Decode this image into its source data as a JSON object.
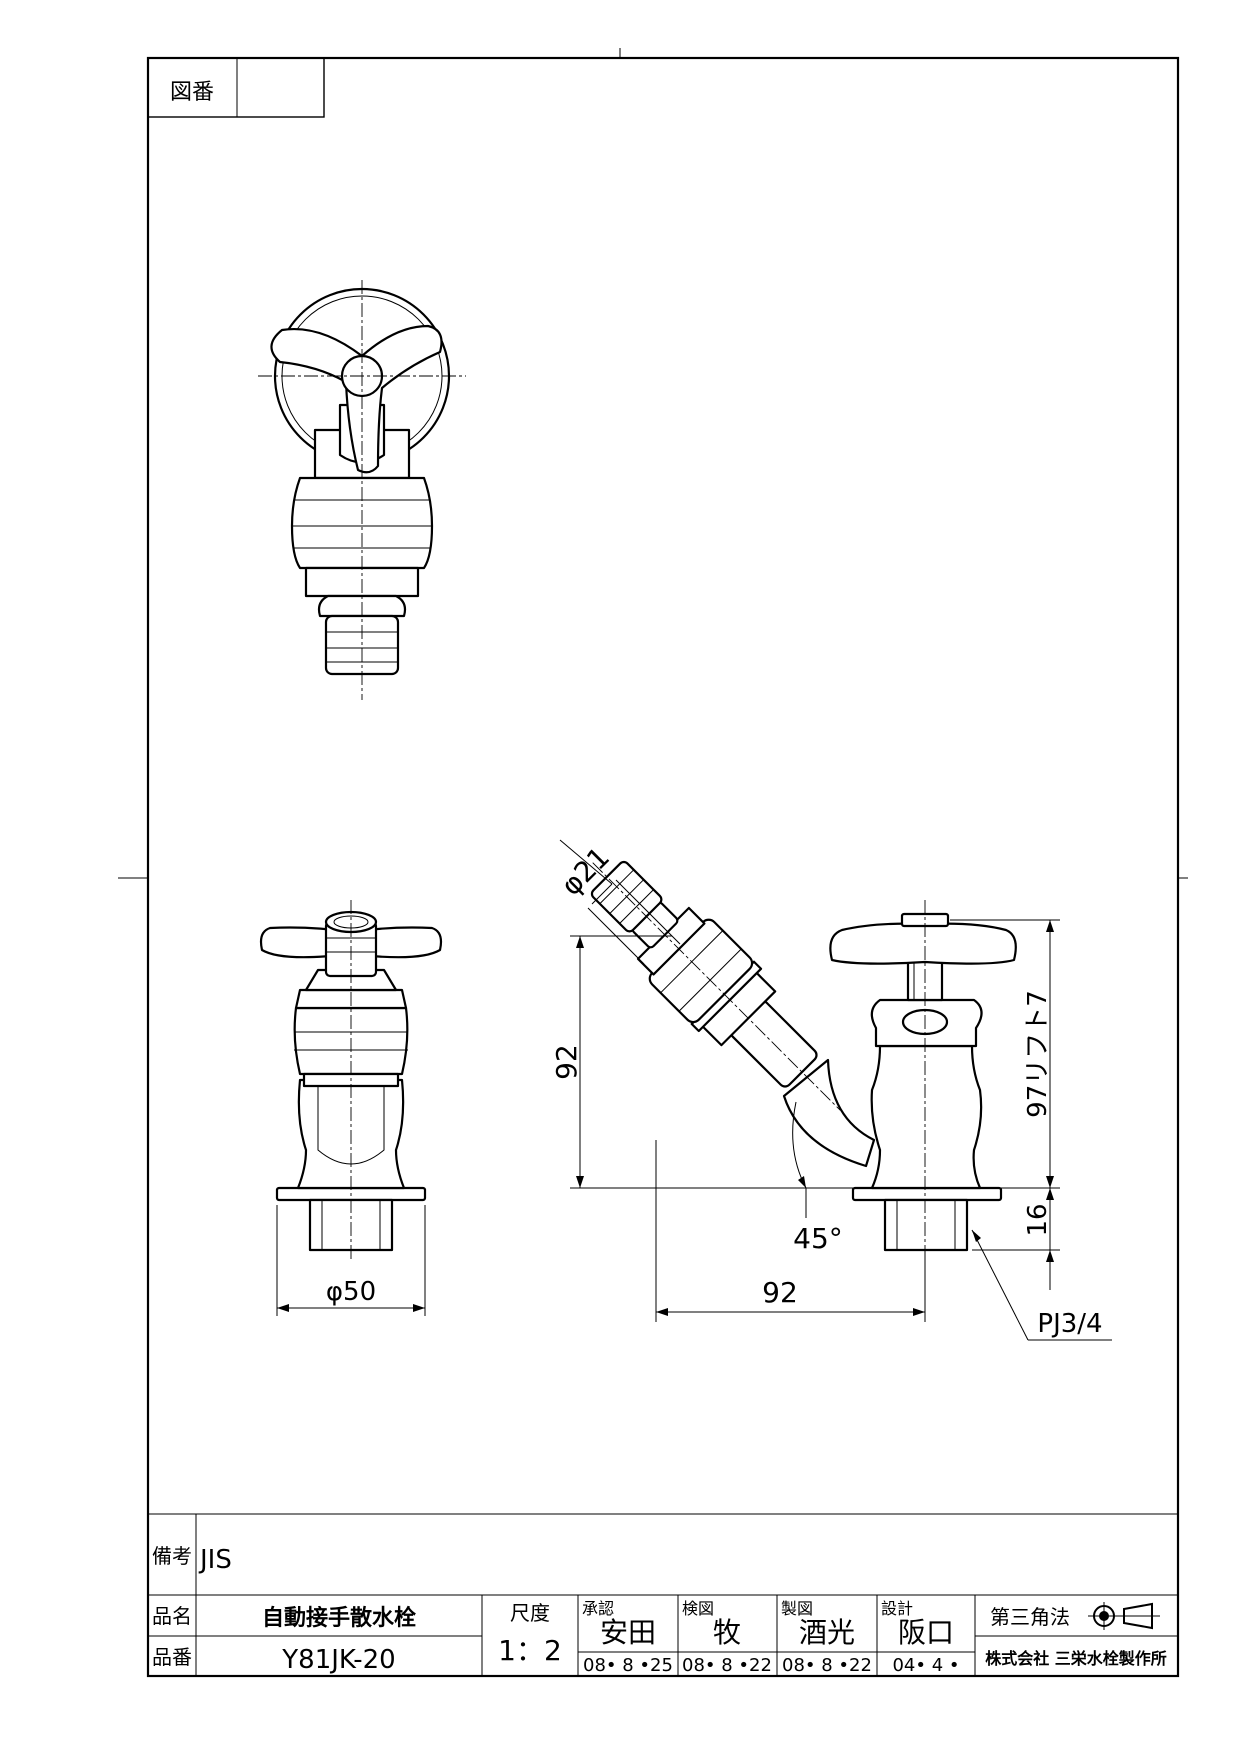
{
  "drawing_no": {
    "label": "図番",
    "value": ""
  },
  "notes": {
    "label": "備考",
    "value": "JIS"
  },
  "product_name": {
    "label": "品名",
    "value": "自動接手散水栓"
  },
  "product_no": {
    "label": "品番",
    "value": "Y81JK-20"
  },
  "scale": {
    "label": "尺度",
    "value": "1：2"
  },
  "approval": [
    {
      "role": "承認",
      "name": "安田",
      "date": "08• 8 •25"
    },
    {
      "role": "検図",
      "name": "牧",
      "date": "08• 8 •22"
    },
    {
      "role": "製図",
      "name": "酒光",
      "date": "08• 8 •22"
    },
    {
      "role": "設計",
      "name": "阪口",
      "date": "04• 4 •"
    }
  ],
  "projection": {
    "label": "第三角法"
  },
  "company": "株式会社 三栄水栓製作所",
  "dimensions": {
    "dia_50": "φ50",
    "dia_21": "φ21",
    "h_92": "92",
    "w_92": "92",
    "angle": "45°",
    "h_16": "16",
    "lift": "97リフト7",
    "thread": "PJ3/4"
  },
  "icons": [
    "third-angle-projection-icon"
  ]
}
